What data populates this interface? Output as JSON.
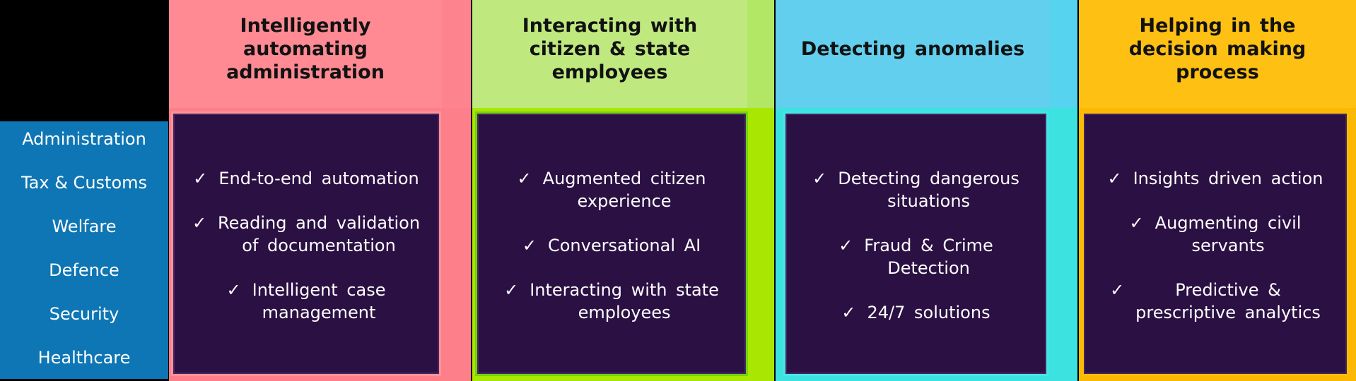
{
  "colors": {
    "canvas_bg": "#000000",
    "sidebar_bg": "#0e76b4",
    "sidebar_text": "#ffffff",
    "box_bg": "#2b1043",
    "box_inner_line": "#46265e",
    "item_text": "#ffffff",
    "title_text": "#121212"
  },
  "icons": {
    "check": "✓"
  },
  "sidebar": {
    "items": [
      "Administration",
      "Tax & Customs",
      "Welfare",
      "Defence",
      "Security",
      "Healthcare"
    ]
  },
  "columns": [
    {
      "title_lines": [
        "Intelligently",
        "automating",
        "administration"
      ],
      "colors": {
        "header_bg": "#ff8a93",
        "header_strip_bg": "#fd848e",
        "body_bg": "#fc7f89",
        "box_border": "#ff929b"
      },
      "items": [
        {
          "lines": [
            "End-to-end automation"
          ]
        },
        {
          "lines": [
            "Reading and validation",
            "of documentation"
          ]
        },
        {
          "lines": [
            "Intelligent case",
            "management"
          ]
        }
      ]
    },
    {
      "title_lines": [
        "Interacting with",
        "citizen & state",
        "employees"
      ],
      "colors": {
        "header_bg": "#bfe97f",
        "header_strip_bg": "#b2e766",
        "body_bg": "#a9e703",
        "box_border": "#72d30e"
      },
      "items": [
        {
          "lines": [
            "Augmented citizen",
            "experience"
          ]
        },
        {
          "lines": [
            "Conversational AI"
          ]
        },
        {
          "lines": [
            "Interacting with state",
            "employees"
          ]
        }
      ]
    },
    {
      "title_lines": [
        "Detecting anomalies"
      ],
      "colors": {
        "header_bg": "#62cfee",
        "header_strip_bg": "#55d3ef",
        "body_bg": "#3ce2e0",
        "box_border": "#47e6e6"
      },
      "items": [
        {
          "lines": [
            "Detecting dangerous",
            "situations"
          ]
        },
        {
          "lines": [
            "Fraud & Crime",
            "Detection"
          ]
        },
        {
          "lines": [
            "24/7 solutions"
          ]
        }
      ]
    },
    {
      "title_lines": [
        "Helping in the",
        "decision making",
        "process"
      ],
      "colors": {
        "header_bg": "#fdc013",
        "header_strip_bg": "#fcbd06",
        "body_bg": "#fcb903",
        "box_border": "#fdbd05"
      },
      "items": [
        {
          "lines": [
            "Insights driven action"
          ]
        },
        {
          "lines": [
            "Augmenting civil",
            "servants"
          ]
        },
        {
          "lines": [
            "Predictive &",
            "prescriptive analytics"
          ]
        }
      ]
    }
  ]
}
